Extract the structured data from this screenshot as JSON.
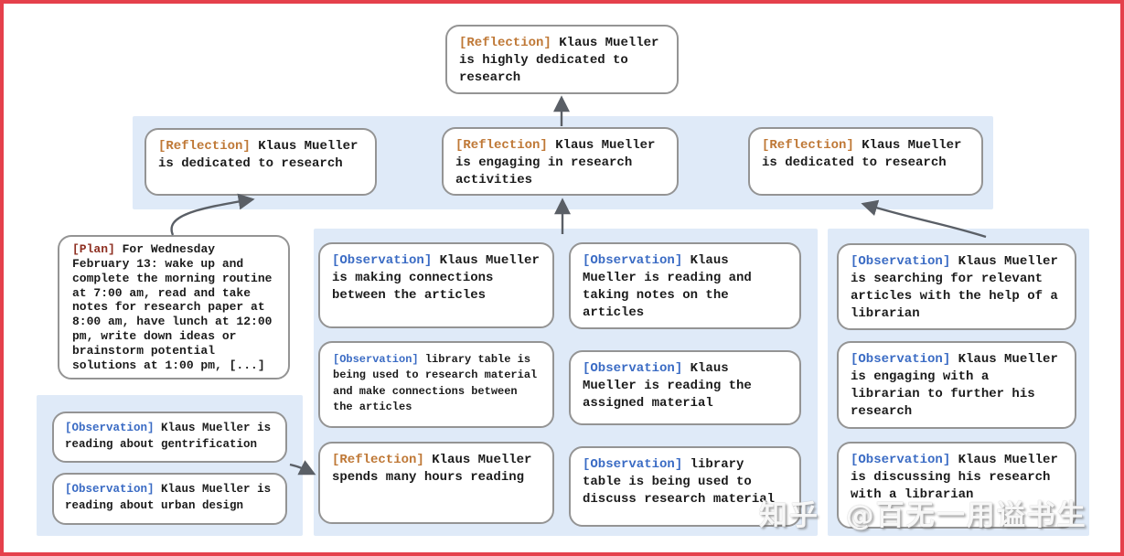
{
  "colors": {
    "frame_border": "#e5404b",
    "band_background": "#dfeaf8",
    "node_border": "#949494",
    "node_background": "#ffffff",
    "reflection_label": "#bf7836",
    "observation_label": "#3a6bc4",
    "plan_label": "#8e2f21",
    "body_text": "#1b1b1b",
    "arrow": "#5a5f66"
  },
  "nodes": {
    "root": {
      "tag": "[Reflection]",
      "text": "Klaus Mueller is highly dedicated to research"
    },
    "level2_left": {
      "tag": "[Reflection]",
      "text": "Klaus Mueller is dedicated to research"
    },
    "level2_middle": {
      "tag": "[Reflection]",
      "text": "Klaus Mueller is engaging in research activities"
    },
    "level2_right": {
      "tag": "[Reflection]",
      "text": "Klaus Mueller is dedicated to research"
    },
    "plan": {
      "tag": "[Plan]",
      "text": "For Wednesday February 13: wake up and complete the morning routine at 7:00 am, read and take notes for research paper at 8:00 am, have lunch at 12:00 pm, write down ideas or brainstorm potential solutions at 1:00 pm, [...]"
    },
    "obs_gentrification": {
      "tag": "[Observation]",
      "text": "Klaus Mueller is reading about gentrification"
    },
    "obs_urban_design": {
      "tag": "[Observation]",
      "text": "Klaus Mueller is reading about urban design"
    },
    "obs_making_connections": {
      "tag": "[Observation]",
      "text": "Klaus Mueller is making connections between the articles"
    },
    "obs_library_research": {
      "tag": "[Observation]",
      "text": "library table is being used to research material and make connections between the articles"
    },
    "refl_hours_reading": {
      "tag": "[Reflection]",
      "text": "Klaus Mueller spends many hours reading"
    },
    "obs_taking_notes": {
      "tag": "[Observation]",
      "text": "Klaus Mueller is reading and taking notes on the articles"
    },
    "obs_assigned_material": {
      "tag": "[Observation]",
      "text": "Klaus Mueller is reading the assigned material"
    },
    "obs_library_discuss": {
      "tag": "[Observation]",
      "text": "library table is being used to discuss research material"
    },
    "obs_searching_articles": {
      "tag": "[Observation]",
      "text": "Klaus Mueller is searching for relevant articles with the help of a librarian"
    },
    "obs_engaging_librarian": {
      "tag": "[Observation]",
      "text": "Klaus Mueller is engaging with a librarian to further his research"
    },
    "obs_discussing_research": {
      "tag": "[Observation]",
      "text": "Klaus Mueller is discussing his research with a librarian"
    }
  },
  "watermark": {
    "site": "知乎",
    "account": "@百无一用谥书生"
  }
}
